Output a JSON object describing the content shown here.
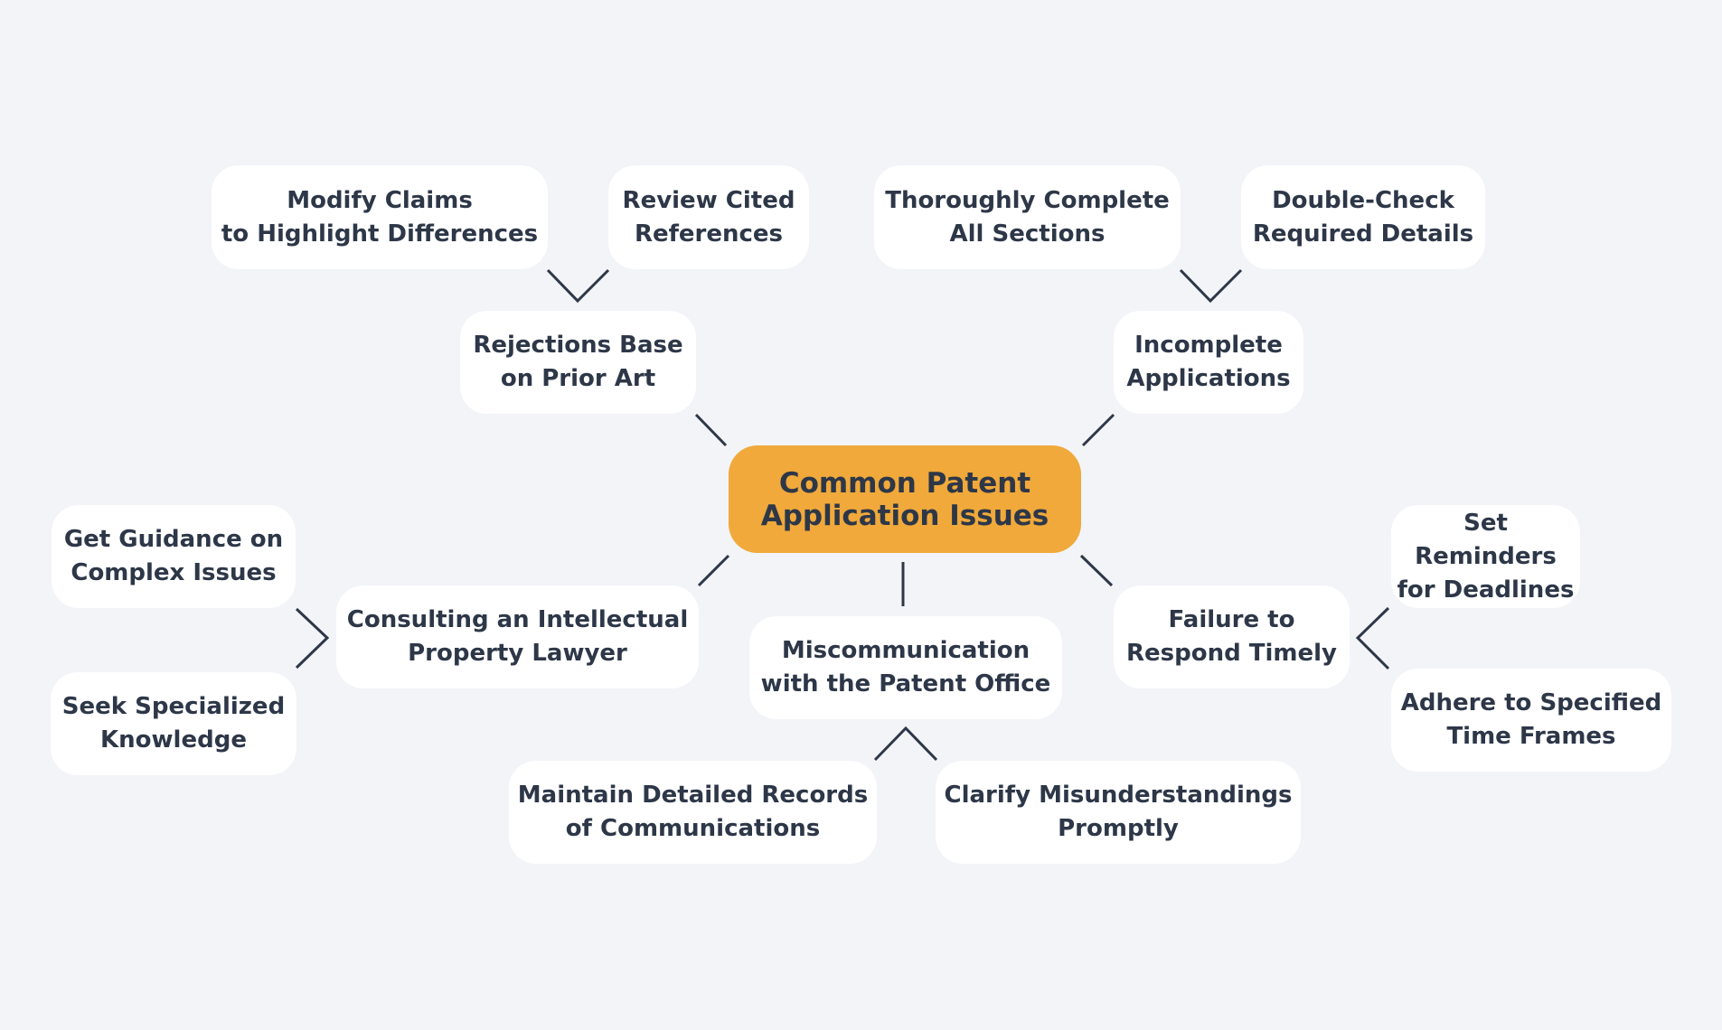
{
  "diagram": {
    "type": "mind-map",
    "colors": {
      "background": "#f2f4f8",
      "root_fill": "#f0a93a",
      "node_fill": "#ffffff",
      "text": "#2d3748",
      "link": "#2d3748"
    },
    "root": {
      "id": "root",
      "label": "Common Patent\nApplication Issues"
    },
    "branches": [
      {
        "id": "rejections",
        "label": "Rejections Base\non Prior Art",
        "children": [
          {
            "id": "modify",
            "label": "Modify Claims\nto Highlight Differences"
          },
          {
            "id": "review",
            "label": "Review Cited\nReferences"
          }
        ]
      },
      {
        "id": "incomplete",
        "label": "Incomplete\nApplications",
        "children": [
          {
            "id": "thoroughly",
            "label": "Thoroughly Complete\nAll Sections"
          },
          {
            "id": "doublecheck",
            "label": "Double-Check\nRequired Details"
          }
        ]
      },
      {
        "id": "consulting",
        "label": "Consulting an Intellectual\nProperty Lawyer",
        "children": [
          {
            "id": "guidance",
            "label": "Get Guidance on\nComplex Issues"
          },
          {
            "id": "seek",
            "label": "Seek Specialized\nKnowledge"
          }
        ]
      },
      {
        "id": "miscomm",
        "label": "Miscommunication\nwith the Patent Office",
        "children": [
          {
            "id": "maintain",
            "label": "Maintain Detailed Records\nof Communications"
          },
          {
            "id": "clarify",
            "label": "Clarify Misunderstandings\nPromptly"
          }
        ]
      },
      {
        "id": "failure",
        "label": "Failure to\nRespond Timely",
        "children": [
          {
            "id": "reminders",
            "label": "Set Reminders\nfor Deadlines"
          },
          {
            "id": "adhere",
            "label": "Adhere to Specified\nTime Frames"
          }
        ]
      }
    ]
  }
}
